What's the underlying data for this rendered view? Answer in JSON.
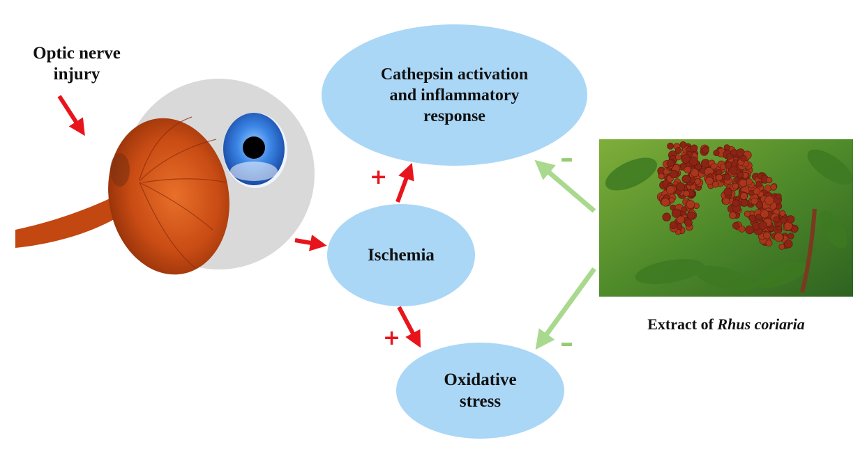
{
  "title_lines": [
    "Optic nerve",
    "injury"
  ],
  "nodes": {
    "cathepsin": [
      "Cathepsin activation",
      "and inflammatory",
      "response"
    ],
    "ischemia": [
      "Ischemia"
    ],
    "oxidative": [
      "Oxidative",
      "stress"
    ]
  },
  "extract_label": {
    "prefix": "Extract of ",
    "species": "Rhus coriaria"
  },
  "signs": {
    "plus": "+",
    "minus": "–"
  },
  "icons": {
    "eye": "eye-illustration",
    "plant": "rhus-coriaria-photo"
  },
  "colors": {
    "node_fill": "#ABD7F7",
    "activate_arrow": "#E8141C",
    "inhibit_arrow": "#A9D98E",
    "inhibit_sign": "#95CC72",
    "eye_sclera": "#D9D9D9",
    "retina": "#C74A12",
    "iris": "#2F6FD1"
  }
}
